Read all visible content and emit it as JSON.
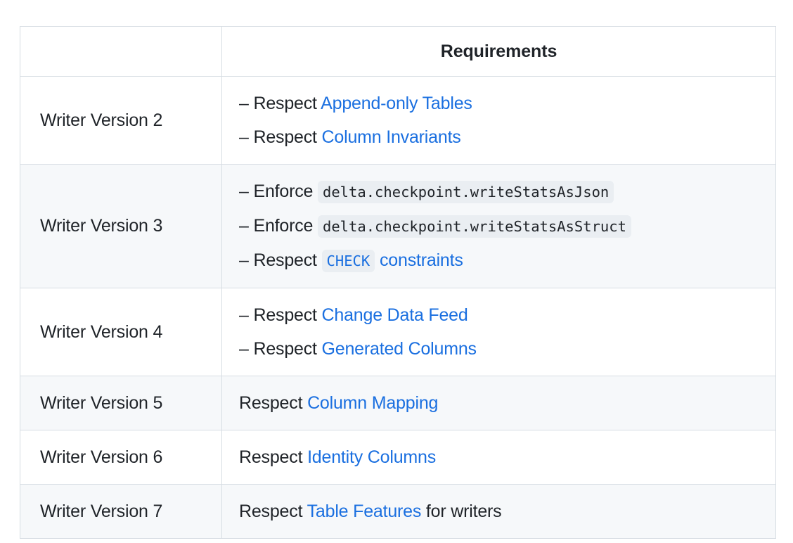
{
  "table": {
    "columns": {
      "version_header": "",
      "requirements_header": "Requirements"
    },
    "rows": [
      {
        "version": "Writer Version 2",
        "shaded": false,
        "style": "bulleted",
        "items": [
          {
            "dash": "–",
            "prefix": "Respect ",
            "link": "Append-only Tables",
            "suffix": ""
          },
          {
            "dash": "–",
            "prefix": "Respect ",
            "link": "Column Invariants",
            "suffix": ""
          }
        ]
      },
      {
        "version": "Writer Version 3",
        "shaded": true,
        "style": "bulleted",
        "items": [
          {
            "dash": "–",
            "prefix": "Enforce ",
            "code": "delta.checkpoint.writeStatsAsJson",
            "suffix": ""
          },
          {
            "dash": "–",
            "prefix": "Enforce ",
            "code": "delta.checkpoint.writeStatsAsStruct",
            "suffix": ""
          },
          {
            "dash": "–",
            "prefix": "Respect ",
            "code_link": "CHECK",
            "link": " constraints",
            "suffix": ""
          }
        ]
      },
      {
        "version": "Writer Version 4",
        "shaded": false,
        "style": "bulleted",
        "items": [
          {
            "dash": "–",
            "prefix": "Respect ",
            "link": "Change Data Feed",
            "suffix": ""
          },
          {
            "dash": "–",
            "prefix": "Respect ",
            "link": "Generated Columns",
            "suffix": ""
          }
        ]
      },
      {
        "version": "Writer Version 5",
        "shaded": true,
        "style": "single",
        "items": [
          {
            "prefix": "Respect ",
            "link": "Column Mapping",
            "suffix": ""
          }
        ]
      },
      {
        "version": "Writer Version 6",
        "shaded": false,
        "style": "single",
        "items": [
          {
            "prefix": "Respect ",
            "link": "Identity Columns",
            "suffix": ""
          }
        ]
      },
      {
        "version": "Writer Version 7",
        "shaded": true,
        "style": "single",
        "items": [
          {
            "prefix": "Respect ",
            "link": "Table Features",
            "suffix": " for writers"
          }
        ]
      }
    ]
  },
  "colors": {
    "link": "#1a6fe0",
    "text": "#1f2328",
    "border": "#d7dde3",
    "row_shaded": "#f6f8fa",
    "code_background": "#eaeef2"
  }
}
